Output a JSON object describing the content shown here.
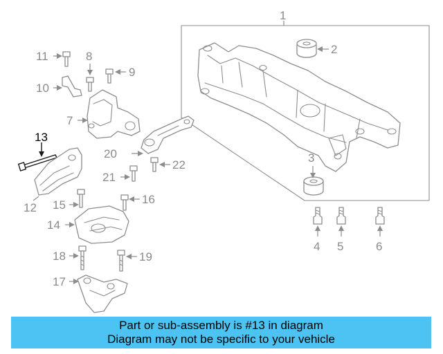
{
  "diagram": {
    "highlighted_part": "13",
    "callouts": [
      {
        "id": "1",
        "label": "1"
      },
      {
        "id": "2",
        "label": "2"
      },
      {
        "id": "3",
        "label": "3"
      },
      {
        "id": "4",
        "label": "4"
      },
      {
        "id": "5",
        "label": "5"
      },
      {
        "id": "6",
        "label": "6"
      },
      {
        "id": "7",
        "label": "7"
      },
      {
        "id": "8",
        "label": "8"
      },
      {
        "id": "9",
        "label": "9"
      },
      {
        "id": "10",
        "label": "10"
      },
      {
        "id": "11",
        "label": "11"
      },
      {
        "id": "12",
        "label": "12"
      },
      {
        "id": "13",
        "label": "13"
      },
      {
        "id": "14",
        "label": "14"
      },
      {
        "id": "15",
        "label": "15"
      },
      {
        "id": "16",
        "label": "16"
      },
      {
        "id": "17",
        "label": "17"
      },
      {
        "id": "18",
        "label": "18"
      },
      {
        "id": "19",
        "label": "19"
      },
      {
        "id": "20",
        "label": "20"
      },
      {
        "id": "21",
        "label": "21"
      },
      {
        "id": "22",
        "label": "22"
      }
    ]
  },
  "banner": {
    "line1": "Part or sub-assembly is #13 in diagram",
    "line2": "Diagram may not be specific to your vehicle",
    "color": "#4dc3f3"
  }
}
